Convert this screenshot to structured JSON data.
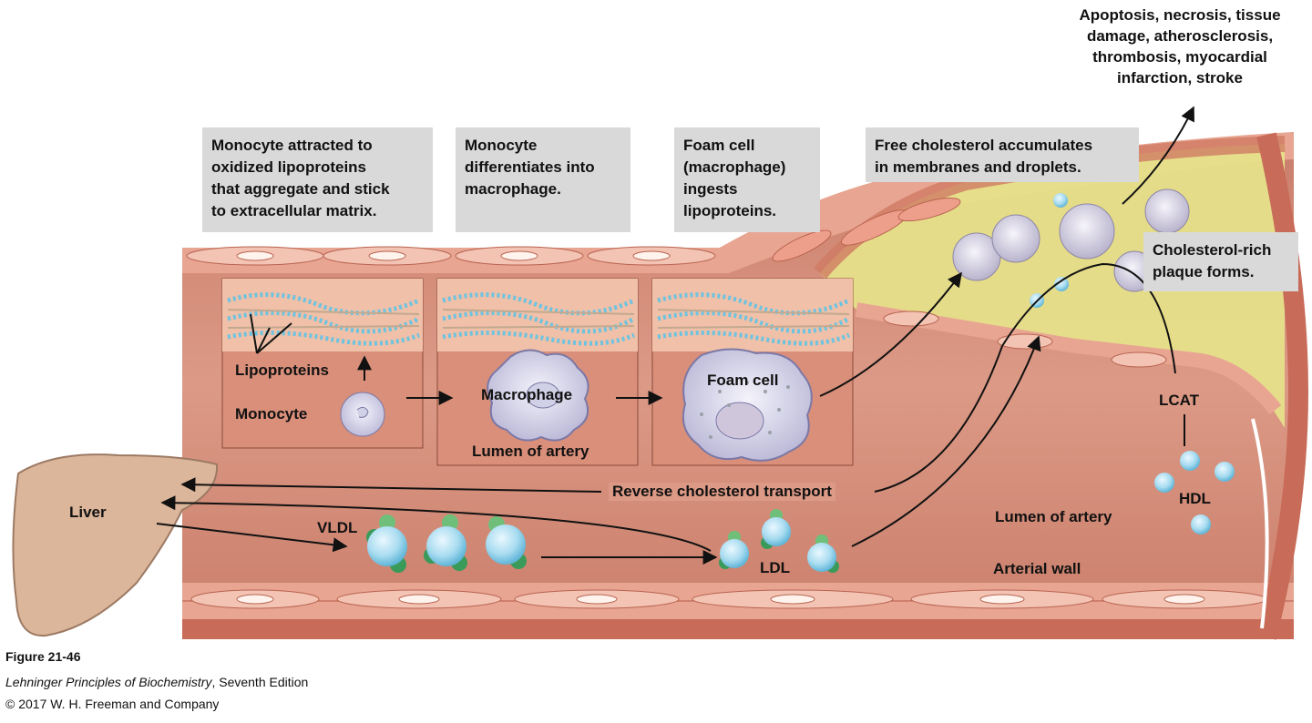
{
  "callouts": {
    "monocyte_attracted": "Monocyte attracted to\noxidized lipoproteins\nthat aggregate and stick\nto extracellular matrix.",
    "monocyte_differentiates": "Monocyte\ndifferentiates into\nmacrophage.",
    "foam_cell_ingests": "Foam cell\n(macrophage)\ningests\nlipoproteins.",
    "free_cholesterol": "Free cholesterol accumulates\nin membranes and droplets.",
    "plaque_forms": "Cholesterol-rich\nplaque forms.",
    "outcomes": "Apoptosis, necrosis, tissue\ndamage, atherosclerosis,\nthrombosis, myocardial\ninfarction, stroke"
  },
  "labels": {
    "lipoproteins": "Lipoproteins",
    "monocyte": "Monocyte",
    "macrophage": "Macrophage",
    "lumen_inset": "Lumen of artery",
    "foam_cell": "Foam cell",
    "liver": "Liver",
    "vldl": "VLDL",
    "ldl": "LDL",
    "reverse_transport": "Reverse cholesterol transport",
    "lumen_main": "Lumen of artery",
    "arterial_wall": "Arterial wall",
    "lcat": "LCAT",
    "hdl": "HDL"
  },
  "caption": {
    "figure": "Figure 21-46",
    "book_title": "Lehninger Principles of Biochemistry",
    "edition": ", Seventh Edition",
    "copyright": "© 2017 W. H. Freeman and Company"
  },
  "colors": {
    "artery_fill": "#d98f7a",
    "artery_wall": "#e8a592",
    "plaque_yellow": "#e6e08a",
    "particle_blue": "#a9dcf0",
    "apo_green": "#3a9a5a",
    "liver": "#dcb69a",
    "callout_gray": "#d9d9d9"
  }
}
